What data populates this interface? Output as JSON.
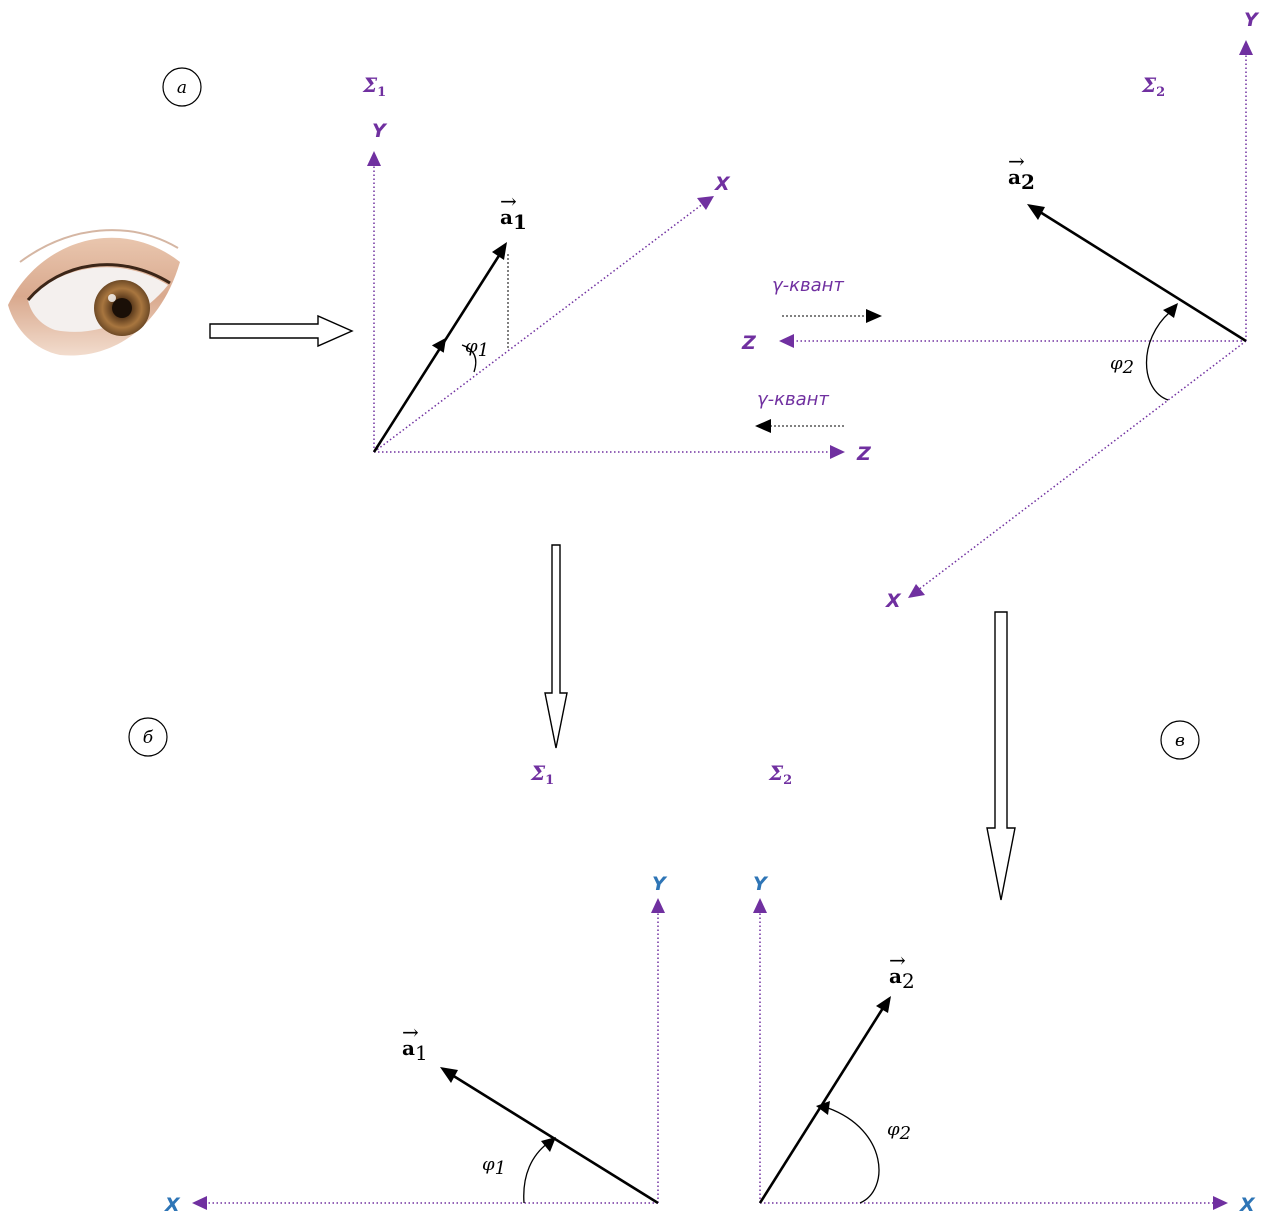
{
  "panels": {
    "a": "а",
    "b": "б",
    "v": "в"
  },
  "frames": {
    "sigma1": {
      "symbol": "Σ",
      "index": "1"
    },
    "sigma2": {
      "symbol": "Σ",
      "index": "2"
    }
  },
  "axes": {
    "x": "X",
    "y": "Y",
    "z": "Z"
  },
  "vectors": {
    "a1": {
      "symbol": "a",
      "index": "1",
      "arrow": "→"
    },
    "a2": {
      "symbol": "a",
      "index": "2",
      "arrow": "→"
    }
  },
  "angles": {
    "phi1": {
      "symbol": "φ",
      "index": "1"
    },
    "phi2": {
      "symbol": "φ",
      "index": "2"
    }
  },
  "gamma_label": "γ-квант",
  "colors": {
    "axis": "#7030a0",
    "axis_label_bottom": "#2e75b6",
    "vector": "#000000"
  }
}
